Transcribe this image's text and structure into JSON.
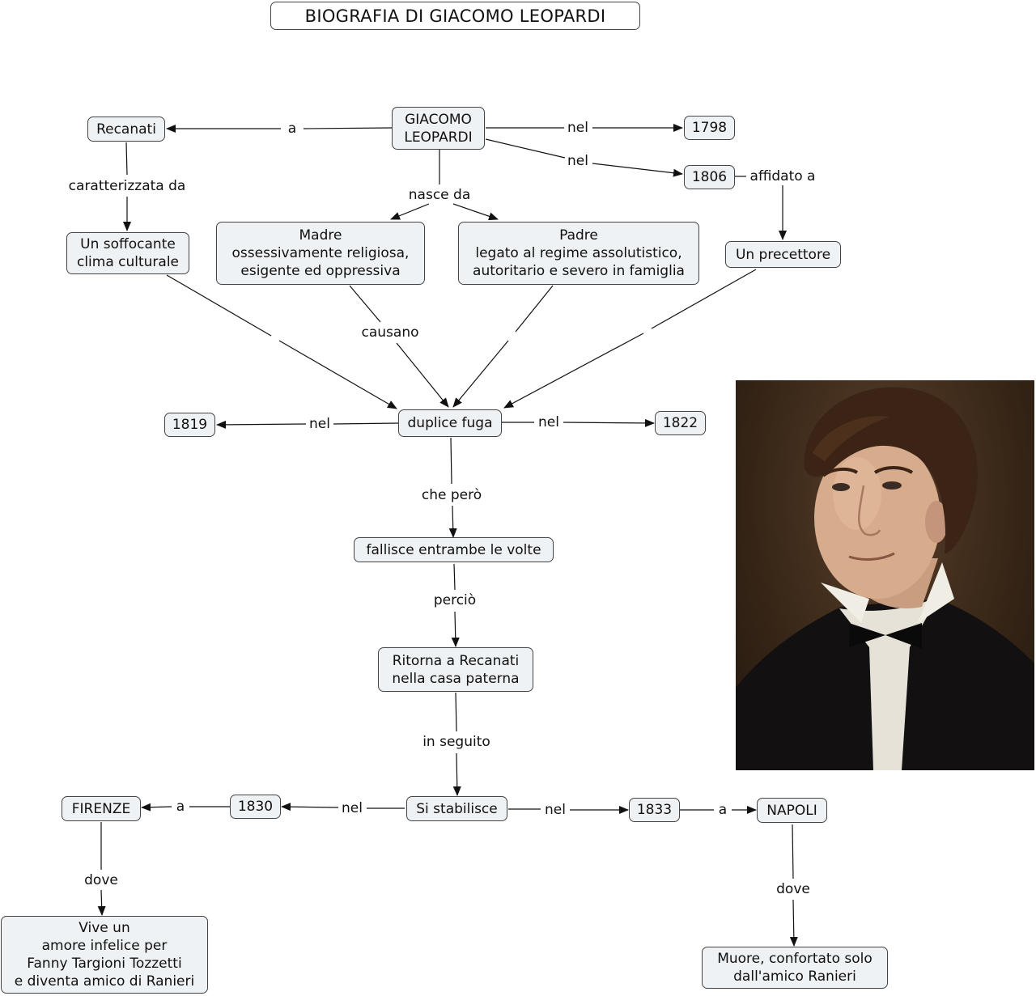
{
  "title": "BIOGRAFIA DI GIACOMO LEOPARDI",
  "nodes": {
    "leopardi": "GIACOMO\nLEOPARDI",
    "recanati": "Recanati",
    "y1798": "1798",
    "y1806": "1806",
    "soffocante": "Un soffocante\nclima culturale",
    "madre": "Madre\nossessivamente religiosa,\nesigente ed oppressiva",
    "padre": "Padre\nlegato al regime assolutistico,\nautoritario e severo in famiglia",
    "precettore": "Un precettore",
    "fuga": "duplice fuga",
    "y1819": "1819",
    "y1822": "1822",
    "fallisce": "fallisce entrambe le volte",
    "ritorna": "Ritorna a Recanati\nnella casa paterna",
    "stabilisce": "Si stabilisce",
    "y1830": "1830",
    "firenze": "FIRENZE",
    "y1833": "1833",
    "napoli": "NAPOLI",
    "vive": "Vive un\namore infelice per\nFanny Targioni Tozzetti\ne diventa amico di Ranieri",
    "muore": "Muore, confortato solo\ndall'amico Ranieri"
  },
  "labels": {
    "a_recanati": "a",
    "nel_1798": "nel",
    "nel_1806": "nel",
    "caratterizzata": "caratterizzata da",
    "nasce": "nasce da",
    "affidato": "affidato a",
    "causano": "causano",
    "nel_1819": "nel",
    "nel_1822": "nel",
    "che_pero": "che però",
    "percio": "perciò",
    "in_seguito": "in seguito",
    "nel_1830": "nel",
    "a_firenze": "a",
    "nel_1833": "nel",
    "a_napoli": "a",
    "dove_firenze": "dove",
    "dove_napoli": "dove"
  },
  "colors": {
    "node_fill": "#eef2f4",
    "node_border": "#444444",
    "line": "#111111"
  },
  "image": {
    "icon": "portrait-image"
  }
}
